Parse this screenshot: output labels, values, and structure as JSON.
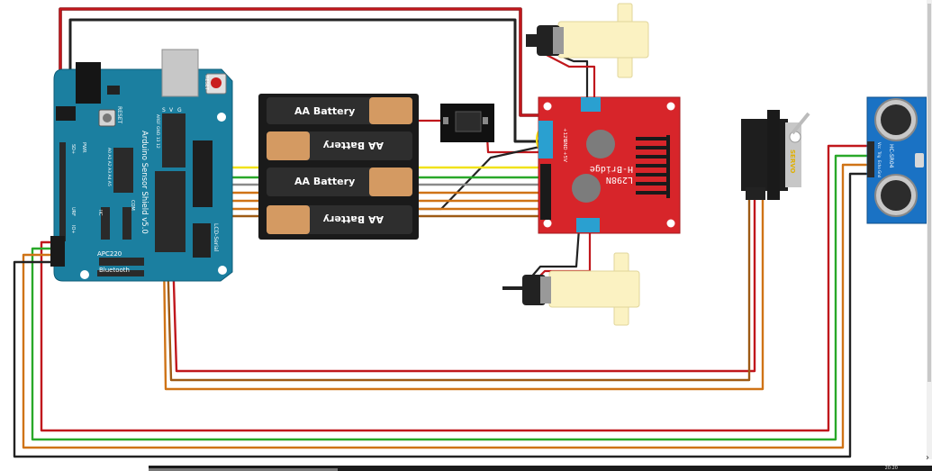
{
  "colors": {
    "wire_red": "#c0171c",
    "wire_black": "#222222",
    "wire_green": "#29a829",
    "wire_yellow": "#f0e21a",
    "wire_orange": "#cf7316",
    "wire_gray": "#8a8a8a",
    "arduino_blue": "#1b7fa0",
    "hbridge_red": "#d7252a",
    "sensor_blue": "#1a72c4",
    "motor_cream": "#fbf2c2"
  },
  "arduino": {
    "board_title": "Arduino Sensor Shield v5.0",
    "reset_label": "RESET",
    "reset_button_label": "RESET",
    "pwr_label": "PWR",
    "aref_label": "AREF GND 13 12",
    "apc_label": "APC220",
    "bluetooth_label": "Bluetooth",
    "lcd_label": "LCD-Serial",
    "iic_label": "IIC",
    "com_label": "COM",
    "analog_label": "A0 A1 A2 A3 A4 A5",
    "urf_label": "URF",
    "sd_label": "SD+",
    "io_label": "IO+",
    "g_label": "G",
    "v_label": "V",
    "s_label": "S"
  },
  "battery_pack": {
    "cells": [
      "AA Battery",
      "AA Battery",
      "AA Battery",
      "AA Battery"
    ]
  },
  "hbridge": {
    "title": "H-Bridge",
    "model": "L298N",
    "pin_12v": "+12V",
    "pin_gnd": "GND",
    "pin_5v": "+5V"
  },
  "servo": {
    "label": "SERVO"
  },
  "ultrasonic": {
    "label": "HC-SR04",
    "pins": [
      "Vcc",
      "Trig",
      "Echo",
      "Gnd"
    ]
  },
  "window": {
    "clock": "20:20"
  }
}
